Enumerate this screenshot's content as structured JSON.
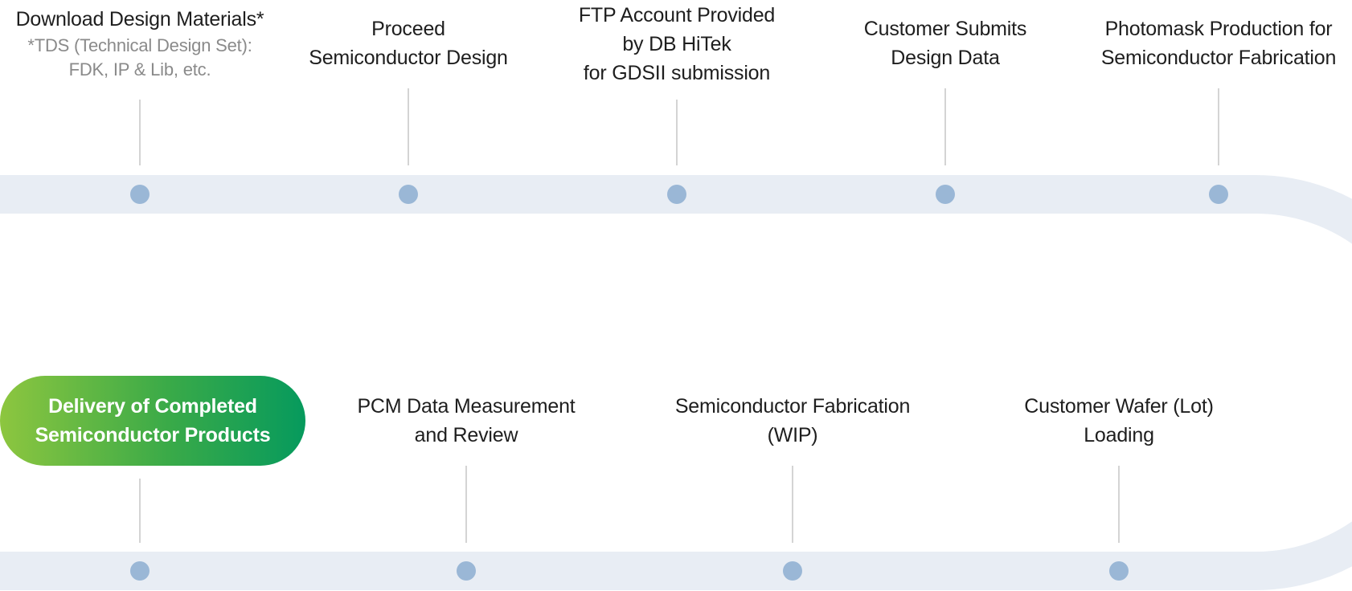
{
  "colors": {
    "track": "#e8edf4",
    "dot": "#9ab7d6",
    "connector": "#d4d4d4",
    "final_gradient_start": "#8dc63f",
    "final_gradient_end": "#069a5d"
  },
  "row1_steps": [
    {
      "lines": [
        "Download Design Materials*"
      ],
      "note_lines": [
        "*TDS (Technical Design Set):",
        "FDK, IP & Lib, etc."
      ]
    },
    {
      "lines": [
        "Proceed",
        "Semiconductor Design"
      ]
    },
    {
      "lines": [
        "FTP Account Provided",
        "by DB HiTek",
        "for GDSII submission"
      ]
    },
    {
      "lines": [
        "Customer Submits",
        "Design Data"
      ]
    },
    {
      "lines": [
        "Photomask Production for",
        "Semiconductor Fabrication"
      ]
    }
  ],
  "row2_steps": [
    {
      "lines": [
        "Customer Wafer (Lot)",
        "Loading"
      ]
    },
    {
      "lines": [
        "Semiconductor Fabrication",
        "(WIP)"
      ]
    },
    {
      "lines": [
        "PCM Data Measurement",
        "and Review"
      ]
    }
  ],
  "final_step": {
    "lines": [
      "Delivery of Completed",
      "Semiconductor Products"
    ]
  }
}
